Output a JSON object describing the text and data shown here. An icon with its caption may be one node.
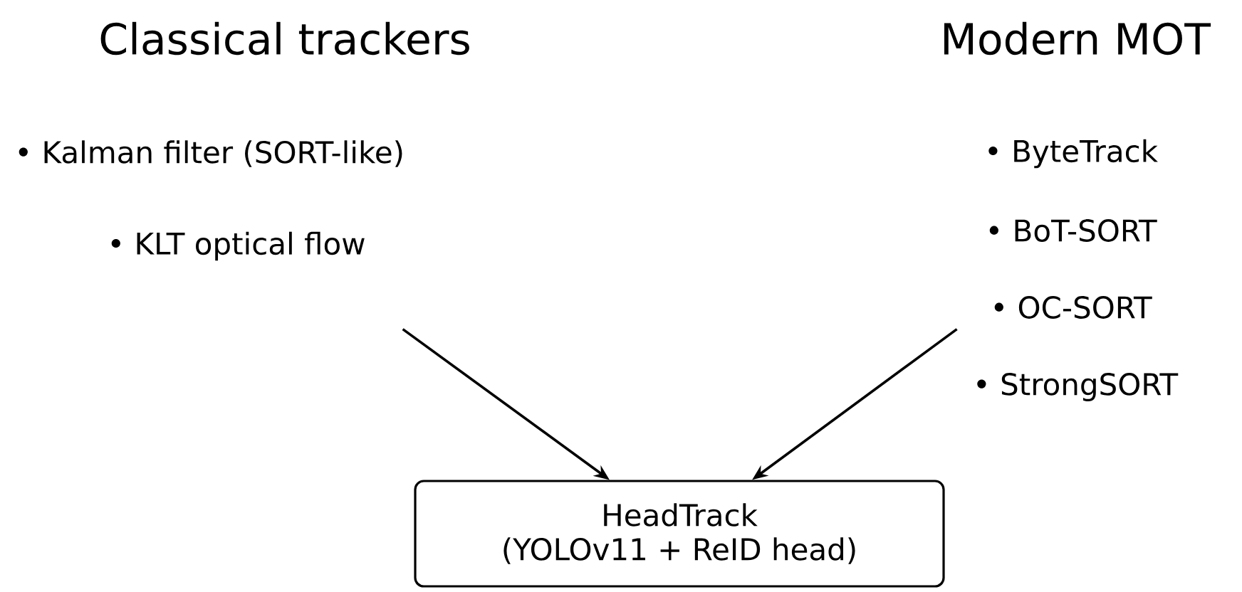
{
  "diagram": {
    "nodes": [
      {
        "text": [
          "Classical trackers",
          "• Kalman filter (SORT-like)",
          "• KLT optical flow"
        ]
      },
      {
        "text": [
          "Modern MOT",
          "• ByteTrack",
          "• BoT-SORT",
          "• OC-SORT",
          "• StrongSORT"
        ]
      },
      {
        "text": [
          "HeadTrack",
          "(YOLOv11 + ReID head)"
        ]
      }
    ],
    "edges": [
      {
        "from": 0,
        "to": 2,
        "arrow": "to"
      },
      {
        "from": 1,
        "to": 2,
        "arrow": "to"
      }
    ]
  }
}
